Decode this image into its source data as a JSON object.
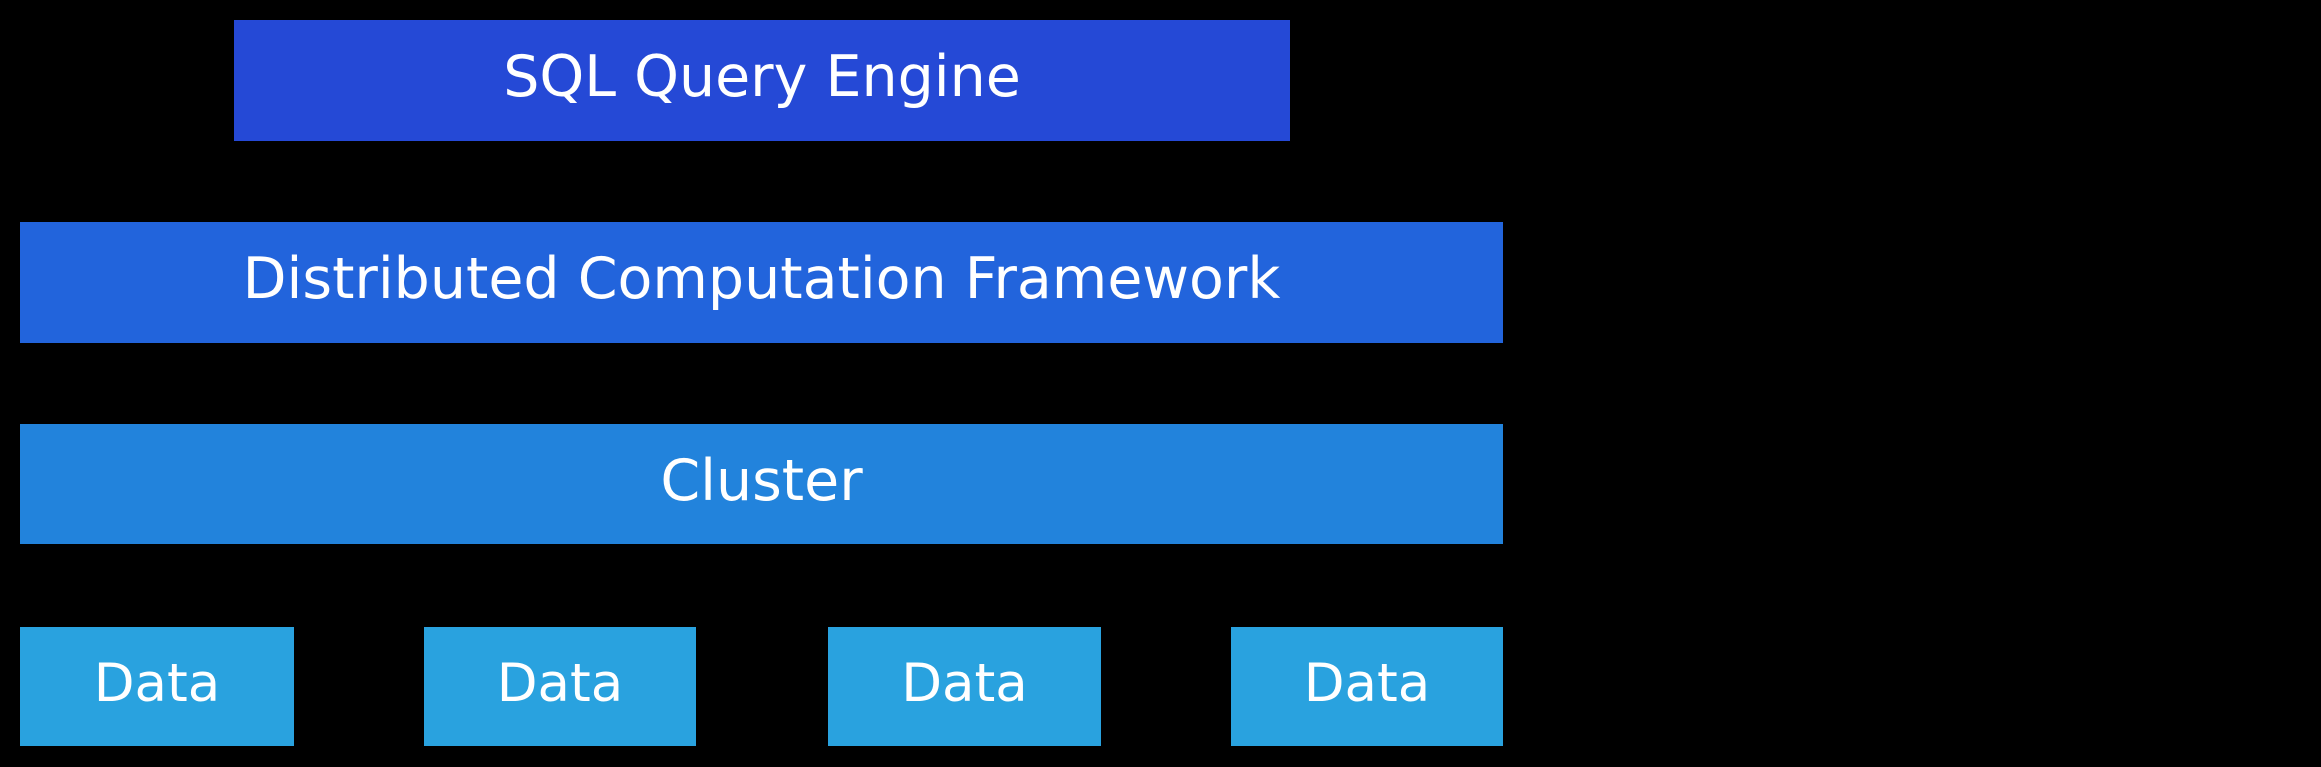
{
  "canvas": {
    "background": "#000000",
    "text_color": "#ffffff"
  },
  "stack": {
    "layers": [
      {
        "label": "SQL Query Engine",
        "color": "#2549d6"
      },
      {
        "label": "Distributed Computation Framework",
        "color": "#2264dc"
      },
      {
        "label": "Cluster",
        "color": "#2283dc"
      }
    ],
    "data_nodes": [
      {
        "label": "Data",
        "color": "#29a2df"
      },
      {
        "label": "Data",
        "color": "#29a2df"
      },
      {
        "label": "Data",
        "color": "#29a2df"
      },
      {
        "label": "Data",
        "color": "#29a2df"
      }
    ]
  }
}
